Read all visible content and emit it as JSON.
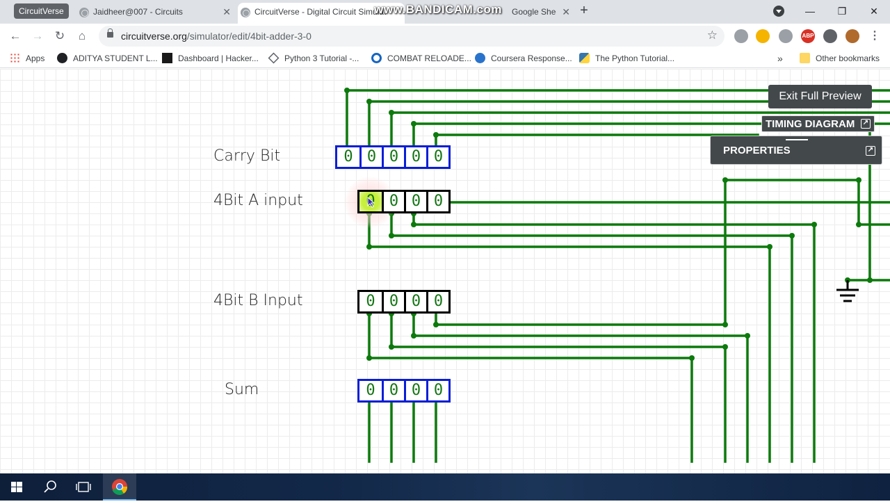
{
  "browser": {
    "tab_group": "CircuitVerse",
    "tabs": [
      {
        "title": "Jaidheer@007 - Circuits",
        "active": false
      },
      {
        "title": "CircuitVerse - Digital Circuit Simulator",
        "active": true
      },
      {
        "title": "Google Sheets",
        "active": false
      }
    ],
    "close_glyph": "✕",
    "new_tab_glyph": "+",
    "window_controls": {
      "minimize": "—",
      "restore": "❐",
      "close": "✕"
    },
    "watermark": "www.BANDICAM.com",
    "url_host": "circuitverse.org",
    "url_path": "/simulator/edit/4bit-adder-3-0",
    "nav": {
      "back": "←",
      "forward": "→",
      "reload": "↻",
      "home": "⌂"
    }
  },
  "bookmarks": [
    {
      "label": "Apps",
      "icon": "apps-grid-icon"
    },
    {
      "label": "ADITYA STUDENT L...",
      "icon": "globe-icon"
    },
    {
      "label": "Dashboard | Hacker...",
      "icon": "hackerrank-icon"
    },
    {
      "label": "Python 3 Tutorial -...",
      "icon": "diamond-icon"
    },
    {
      "label": "COMBAT RELOADE...",
      "icon": "circle-icon"
    },
    {
      "label": "Coursera Response...",
      "icon": "coursera-icon"
    },
    {
      "label": "The Python Tutorial...",
      "icon": "python-icon"
    }
  ],
  "bookmarks_more": "»",
  "other_bookmarks": "Other bookmarks",
  "simulator": {
    "labels": {
      "carry": "Carry Bit",
      "a_input": "4Bit A input",
      "b_input": "4Bit B Input",
      "sum": "Sum"
    },
    "carry_bits": [
      "0",
      "0",
      "0",
      "0",
      "0"
    ],
    "a_bits": [
      "0",
      "0",
      "0",
      "0"
    ],
    "b_bits": [
      "0",
      "0",
      "0",
      "0"
    ],
    "sum_bits": [
      "0",
      "0",
      "0",
      "0"
    ],
    "exit_full_preview": "Exit Full Preview",
    "timing_diagram": "TIMING DIAGRAM",
    "properties": "PROPERTIES",
    "expand_glyph": "↗"
  },
  "colors": {
    "wire": "#0c7a0c",
    "blue_border": "#0a1ed6",
    "panel": "#43484b"
  }
}
